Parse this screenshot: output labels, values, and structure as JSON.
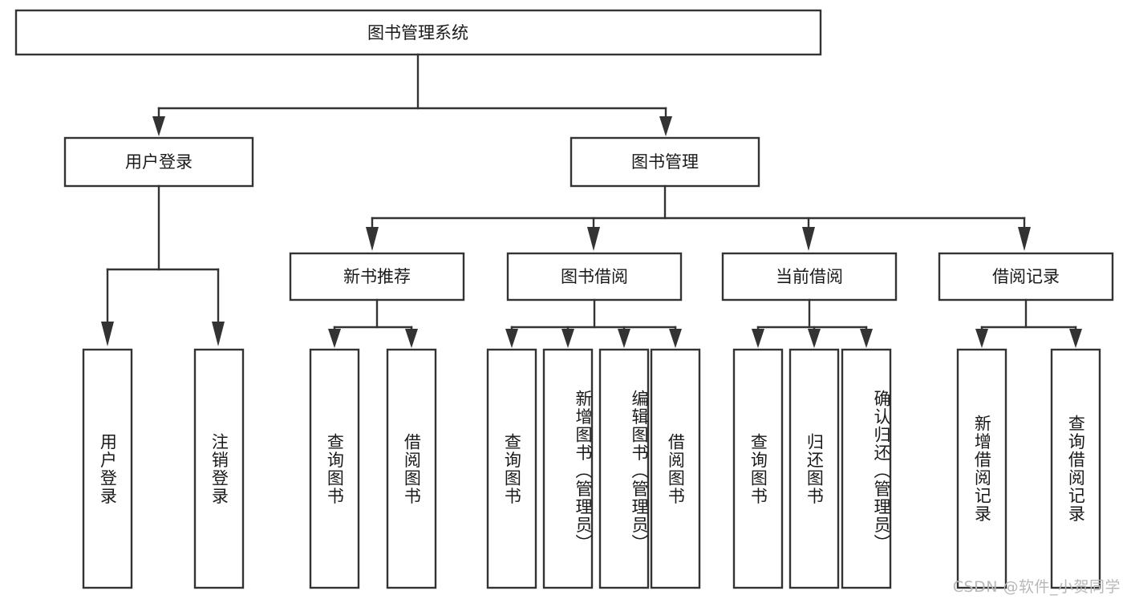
{
  "diagram": {
    "title": "图书管理系统",
    "type": "tree-hierarchy",
    "watermark": "CSDN @软件_小贺同学",
    "colors": {
      "stroke": "#333333",
      "box_fill": "#ffffff",
      "text": "#1a1a1a",
      "background": "#ffffff",
      "watermark": "#b8b8b8"
    },
    "root": {
      "label": "图书管理系统"
    },
    "level2": [
      {
        "label": "用户登录"
      },
      {
        "label": "图书管理"
      }
    ],
    "level3": [
      {
        "label": "新书推荐"
      },
      {
        "label": "图书借阅"
      },
      {
        "label": "当前借阅"
      },
      {
        "label": "借阅记录"
      }
    ],
    "leaves": {
      "user_login": [
        {
          "label": "用户登录"
        },
        {
          "label": "注销登录"
        }
      ],
      "new_book_recommend": [
        {
          "label": "查询图书"
        },
        {
          "label": "借阅图书"
        }
      ],
      "book_borrow": [
        {
          "label": "查询图书"
        },
        {
          "label": "新增图书（管理员）"
        },
        {
          "label": "编辑图书（管理员）"
        },
        {
          "label": "借阅图书"
        }
      ],
      "current_borrow": [
        {
          "label": "查询图书"
        },
        {
          "label": "归还图书"
        },
        {
          "label": "确认归还（管理员）"
        }
      ],
      "borrow_record": [
        {
          "label": "新增借阅记录"
        },
        {
          "label": "查询借阅记录"
        }
      ]
    }
  }
}
